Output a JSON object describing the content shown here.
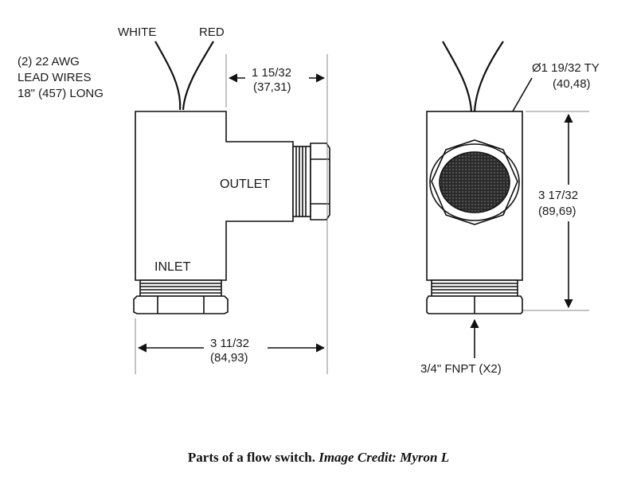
{
  "labels": {
    "wire_white": "WHITE",
    "wire_red": "RED",
    "lead_line1": "(2)  22 AWG",
    "lead_line2": "LEAD WIRES",
    "lead_line3": "18\" (457) LONG",
    "outlet": "OUTLET",
    "inlet": "INLET",
    "dim_top_in": "1 15/32",
    "dim_top_mm": "(37,31)",
    "dim_bottom_in": "3 11/32",
    "dim_bottom_mm": "(84,93)",
    "diam_in": "Ø1 19/32 TY",
    "diam_mm": "(40,48)",
    "height_in": "3 17/32",
    "height_mm": "(89,69)",
    "fnpt": "3/4\" FNPT (X2)"
  },
  "caption": {
    "main": "Parts of a flow switch.",
    "credit": "Image Credit: Myron L"
  }
}
